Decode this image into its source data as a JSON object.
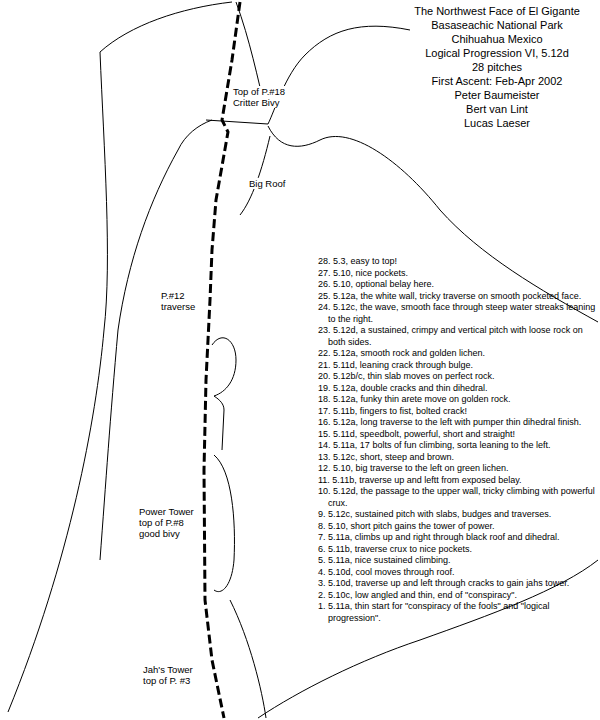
{
  "diagram": {
    "title": "The Northwest Face of El Gigante",
    "labels": [
      "Basaseachic National Park",
      "Chihuahua Mexico",
      "Logical Progression VI, 5.12d",
      "28 pitches",
      "First Ascent: Feb-Apr 2002",
      "Peter Baumeister",
      "Bert van Lint",
      "Lucas Laeser",
      "Top of P.#18 Critter Bivy",
      "Big Roof",
      "P.#12 traverse",
      "Power Tower top of P.#8 good bivy",
      "Jah's Tower top of P. #3",
      "28.  5.3, easy to top!",
      "27.  5.10, nice pockets.",
      "26.  5.10, optional belay here.",
      "25.  5.12a, the white wall, tricky traverse on smooth pocketed face.",
      "24.  5.12c, the wave, smooth face through steep water streaks leaning to the right.",
      "23.  5.12d, a sustained, crimpy and vertical pitch with loose rock on both sides.",
      "22.  5.12a, smooth rock and golden lichen.",
      "21.  5.11d, leaning crack through bulge.",
      "20.  5.12b/c, thin slab moves on perfect rock.",
      "19.  5.12a, double cracks and thin dihedral.",
      "18.  5.12a, funky thin arete move on golden rock.",
      "17.  5.11b, fingers to fist, bolted crack!",
      "16.  5.12a, long traverse to the left with pumper thin dihedral finish.",
      "15.  5.11d, speedbolt, powerful, short and straight!",
      "14.  5.11a, 17 bolts of fun climbing, sorta leaning to the left.",
      "13.  5.12c, short, steep and brown.",
      "12.  5.10, big traverse to the left on green lichen.",
      "11.  5.11b, traverse up and leftt from exposed belay.",
      "10.  5.12d, the passage to the upper wall, tricky climbing with powerful crux.",
      "9.  5.12c, sustained pitch with slabs, budges and traverses.",
      "8.  5.10, short pitch gains the tower of power.",
      "7.  5.11a, climbs up and right through black roof and dihedral.",
      "6.  5.11b, traverse crux to nice pockets.",
      "5.  5.11a, nice sustained climbing.",
      "4.  5.10d, cool moves through roof.",
      "3.  5.10d, traverse up and left through cracks to gain jahs tower.",
      "2.  5.10c, low angled and thin, end of \"conspiracy\".",
      "1.  5.11a, thin start for \"conspiracy of the fools\" and \"logical progression\"."
    ]
  }
}
